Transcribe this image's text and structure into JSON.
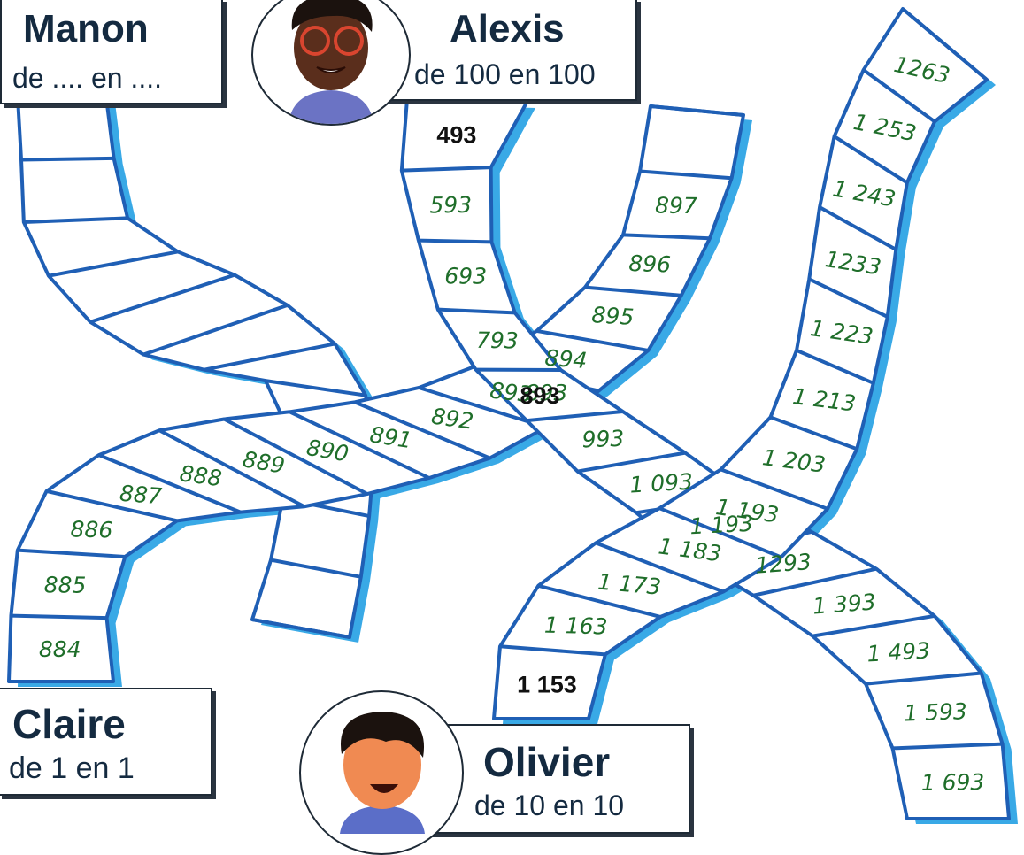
{
  "colors": {
    "track": "#1f5fb5",
    "shadow": "#39a9e6",
    "handwriting": "#1f6e2a",
    "name": "#142a40"
  },
  "labels": {
    "manon": {
      "name": "Manon",
      "rule": "de .... en ...."
    },
    "alexis": {
      "name": "Alexis",
      "rule": "de 100 en 100"
    },
    "claire": {
      "name": "Claire",
      "rule": "de 1 en 1"
    },
    "olivier": {
      "name": "Olivier",
      "rule": "de 10 en 10"
    }
  },
  "tracks": {
    "manon": {
      "printed_start": "",
      "cells": [
        "",
        "",
        "",
        "",
        "",
        "",
        "",
        "",
        "",
        "",
        "",
        "",
        ""
      ]
    },
    "alexis": {
      "printed_start": "493",
      "cells": [
        "593",
        "693",
        "793",
        "893",
        "993",
        "1 093",
        "1 193",
        "1293",
        "1 393",
        "1 493",
        "1 593",
        "1 693"
      ]
    },
    "claire": {
      "printed_start": "",
      "cells": [
        "884",
        "885",
        "886",
        "887",
        "888",
        "889",
        "890",
        "891",
        "892",
        "893",
        "894",
        "895",
        "896",
        "897"
      ]
    },
    "olivier": {
      "printed_start": "1 153",
      "cells": [
        "1 163",
        "1 173",
        "1 183",
        "1 193",
        "1 203",
        "1 213",
        "1 223",
        "1233",
        "1 243",
        "1 253",
        "1263"
      ]
    }
  },
  "shared_cell": "893",
  "icons": {
    "alexis": "boy-with-glasses-avatar",
    "olivier": "boy-avatar",
    "manon": "girl-avatar"
  }
}
